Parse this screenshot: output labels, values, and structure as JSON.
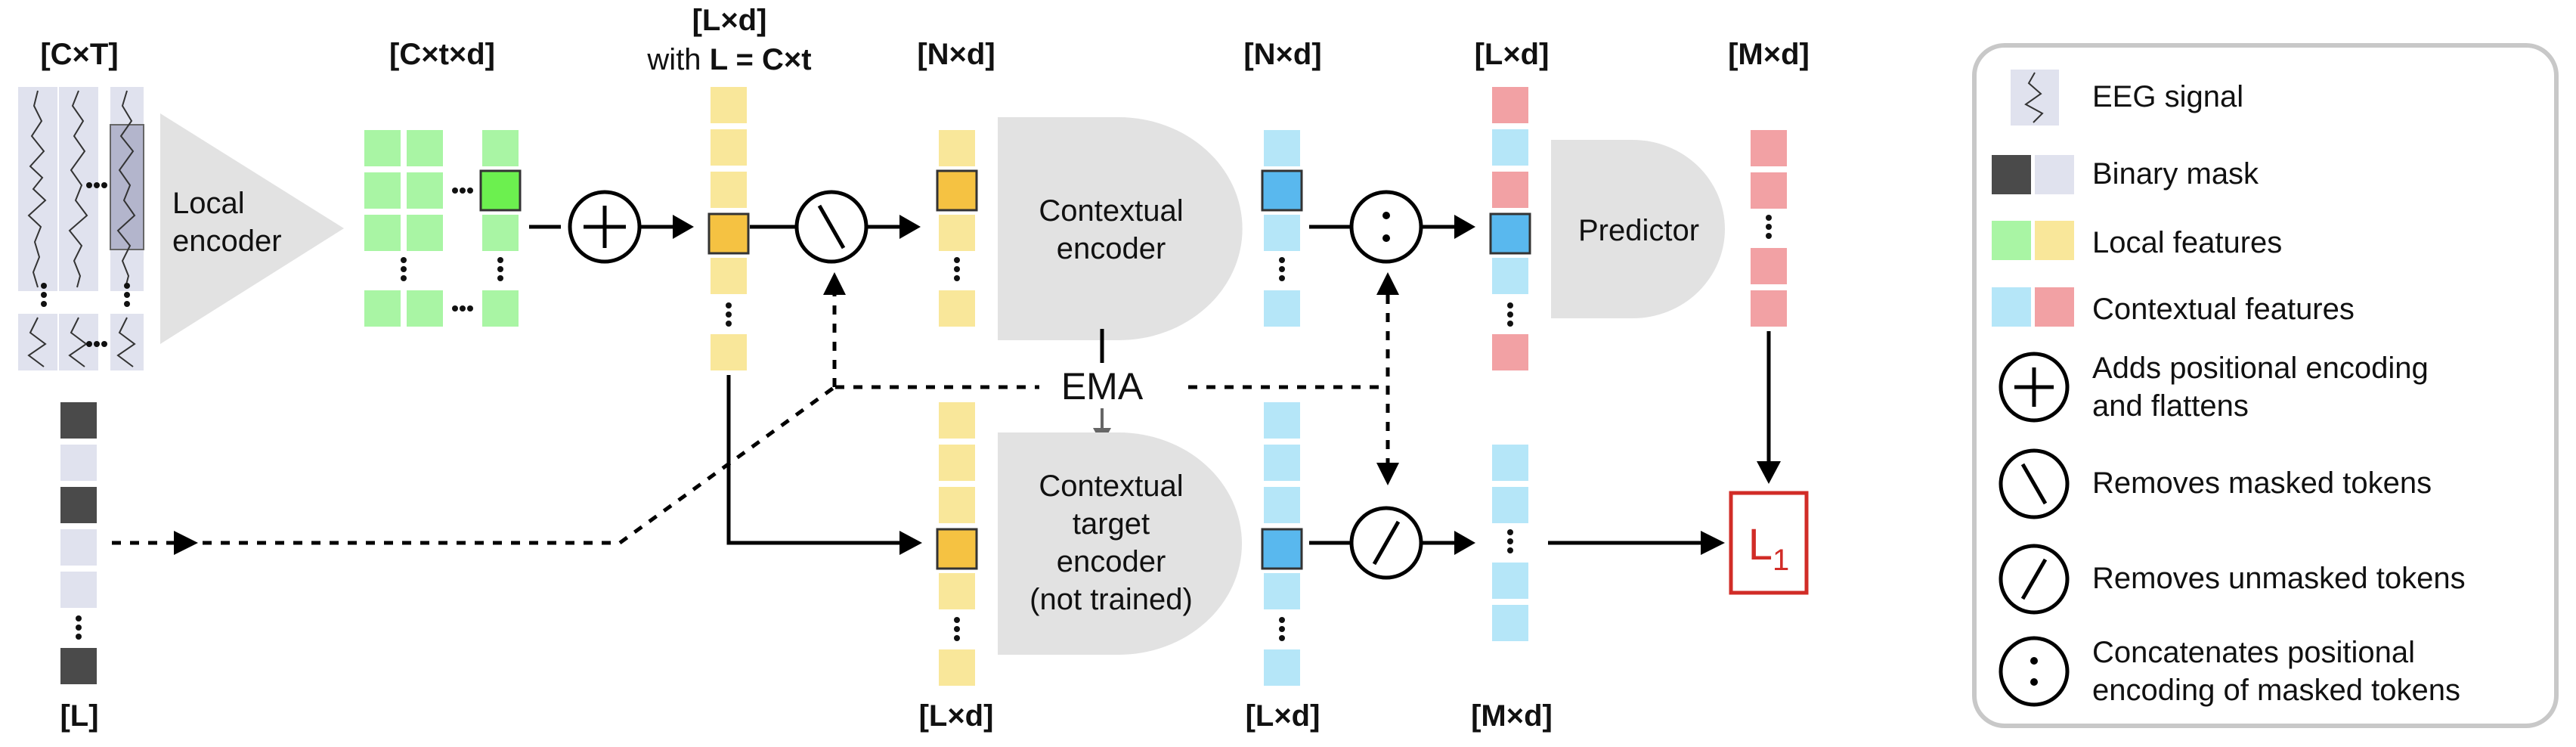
{
  "colors": {
    "local_light": "#a9f5a4",
    "local_dark": "#6cf04f",
    "local_yellow_light": "#f9e79a",
    "local_yellow_dark": "#f5c242",
    "ctx_blue_light": "#b5e6f8",
    "ctx_blue_dark": "#59b8ee",
    "ctx_red": "#f2a1a4",
    "mask_dark": "#4a4a4a",
    "mask_light": "#e0e2ee",
    "encoder_gray": "#e2e2e2",
    "loss_red": "#d12c27"
  },
  "dims": {
    "eeg_input": "[C×T]",
    "local_features": "[C×t×d]",
    "flattened_top": "[L×d]",
    "flattened_with": "with",
    "flattened_formula_L": "L",
    "flattened_formula_rest": " = C×t",
    "context_input": "[N×d]",
    "context_output": "[N×d]",
    "predictor_input": "[L×d]",
    "predictor_output": "[M×d]",
    "mask": "[L]",
    "target_input": "[L×d]",
    "target_output": "[L×d]",
    "target_selected": "[M×d]"
  },
  "blocks": {
    "local_encoder": [
      "Local",
      "encoder"
    ],
    "contextual_encoder": [
      "Contextual",
      "encoder"
    ],
    "predictor": "Predictor",
    "target_encoder": [
      "Contextual",
      "target",
      "encoder",
      "(not trained)"
    ],
    "ema": "EMA",
    "loss_main": "L",
    "loss_sub": "1"
  },
  "legend": {
    "items": [
      "EEG signal",
      "Binary mask",
      "Local features",
      "Contextual features",
      "Adds positional encoding",
      "and flattens",
      "Removes masked tokens",
      "Removes unmasked tokens",
      "Concatenates positional",
      "encoding of masked tokens"
    ]
  }
}
